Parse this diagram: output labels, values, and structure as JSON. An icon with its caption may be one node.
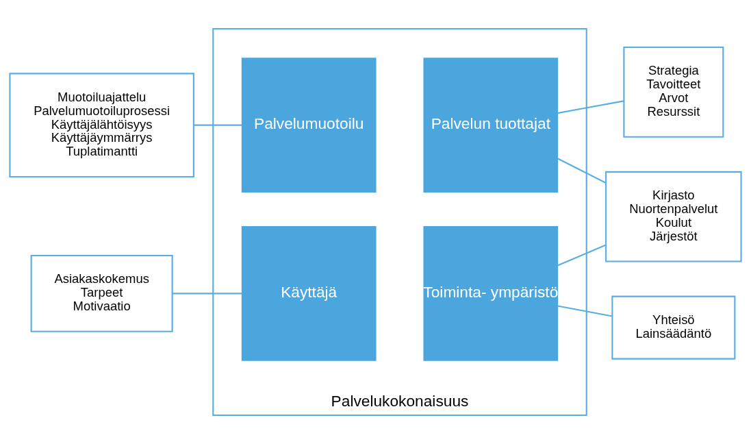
{
  "diagram": {
    "nodes": [
      {
        "text": [
          "Palvelukokonaisuus"
        ]
      },
      {
        "text": [
          "Palvelumuotoilu"
        ],
        "in": 0
      },
      {
        "text": [
          "Palvelun tuottajat"
        ],
        "in": 0
      },
      {
        "text": [
          "Käyttäjä"
        ],
        "in": 0
      },
      {
        "text": [
          "Toiminta- ympäristö"
        ],
        "in": 0
      },
      {
        "text": [
          "Muotoiluajattelu",
          "Palvelumuotoiluprosessi",
          "Käyttäjälähtöisyys",
          "Käyttäjäymmärrys",
          "Tuplatimantti"
        ]
      },
      {
        "text": [
          "Asiakaskokemus",
          "Tarpeet",
          "Motivaatio"
        ]
      },
      {
        "text": [
          "Strategia",
          "Tavoitteet",
          "Arvot",
          "Resurssit"
        ]
      },
      {
        "text": [
          "Kirjasto",
          "Nuortenpalvelut",
          "Koulut",
          "Järjestöt"
        ]
      },
      {
        "text": [
          "Yhteisö",
          "Lainsäädäntö"
        ]
      }
    ],
    "edges": [
      {
        "from": 5,
        "to": 1,
        "arrow": "none"
      },
      {
        "from": 6,
        "to": 3,
        "arrow": "none"
      },
      {
        "from": 2,
        "to": 7,
        "arrow": "none"
      },
      {
        "from": 2,
        "to": 8,
        "arrow": "none"
      },
      {
        "from": 4,
        "to": 8,
        "arrow": "none"
      },
      {
        "from": 4,
        "to": 9,
        "arrow": "none"
      }
    ]
  }
}
